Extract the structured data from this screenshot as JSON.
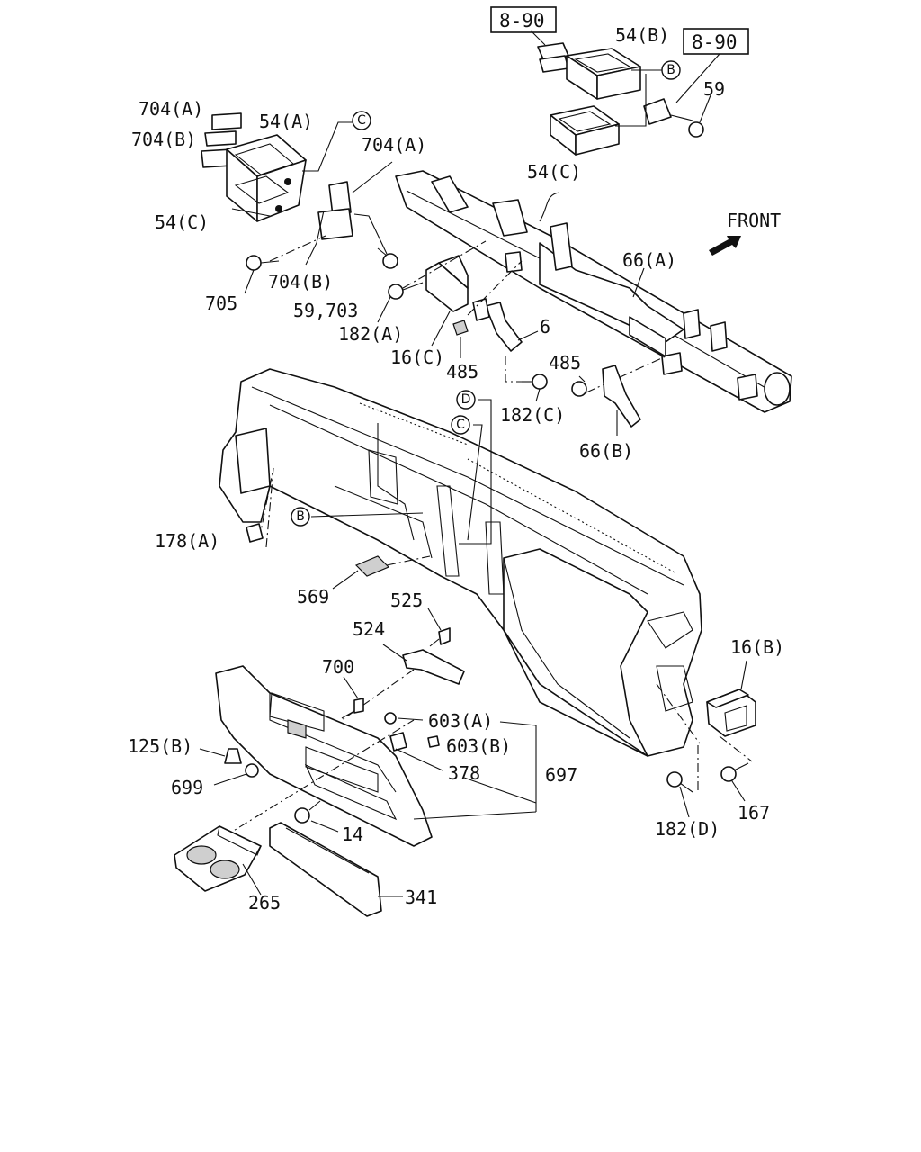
{
  "refs": {
    "ref_left": "8-90",
    "ref_right": "8-90"
  },
  "direction": "FRONT",
  "labels": {
    "p54b": "54(B)",
    "p59_top": "59",
    "p704a_1": "704(A)",
    "p704b_1": "704(B)",
    "p54a": "54(A)",
    "p704a_2": "704(A)",
    "p54c_left": "54(C)",
    "p54c_right": "54(C)",
    "p66a": "66(A)",
    "p705": "705",
    "p704b_2": "704(B)",
    "p59_703": "59,703",
    "p182a": "182(A)",
    "p6": "6",
    "p16c": "16(C)",
    "p485_1": "485",
    "p485_2": "485",
    "p182c": "182(C)",
    "p66b": "66(B)",
    "p178a": "178(A)",
    "p569": "569",
    "p525": "525",
    "p524": "524",
    "p700": "700",
    "p16b": "16(B)",
    "p603a": "603(A)",
    "p125b": "125(B)",
    "p603b": "603(B)",
    "p697": "697",
    "p378": "378",
    "p699": "699",
    "p14": "14",
    "p182d": "182(D)",
    "p167": "167",
    "p265": "265",
    "p341": "341"
  },
  "callouts": {
    "b_top": "B",
    "c_top": "C",
    "d_mid": "D",
    "c_mid": "C",
    "b_mid": "B"
  }
}
